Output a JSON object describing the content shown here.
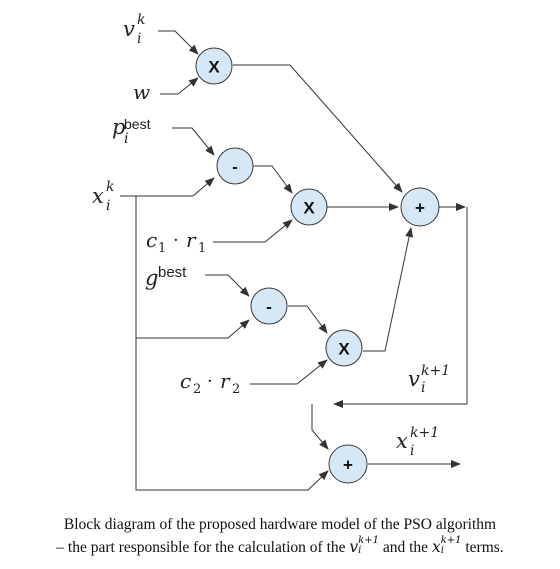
{
  "diagram": {
    "nodes": {
      "mul1": "X",
      "sub1": "-",
      "mul2": "X",
      "add1": "+",
      "sub2": "-",
      "mul3": "X",
      "add2": "+"
    },
    "inputs": {
      "v_base": "v",
      "v_sub": "i",
      "v_sup": "k",
      "w": "w",
      "pbest_base": "p",
      "pbest_sub": "i",
      "pbest_sup": "best",
      "x_base": "x",
      "x_sub": "i",
      "x_sup": "k",
      "c1r1_c": "c",
      "c1r1_csub": "1",
      "c1r1_dot": "·",
      "c1r1_r": "r",
      "c1r1_rsub": "1",
      "gbest_base": "g",
      "gbest_sup": "best",
      "c2r2_c": "c",
      "c2r2_csub": "2",
      "c2r2_dot": "·",
      "c2r2_r": "r",
      "c2r2_rsub": "2"
    },
    "outputs": {
      "vnext_base": "v",
      "vnext_sub": "i",
      "vnext_sup": "k+1",
      "xnext_base": "x",
      "xnext_sub": "i",
      "xnext_sup": "k+1"
    },
    "colors": {
      "node_fill": "#d6e7f5",
      "node_stroke": "#3a3a3a",
      "line": "#333333"
    }
  },
  "caption": {
    "line1": "Block diagram of the proposed hardware model of the PSO algorithm",
    "line2_pre": "– the part responsible for the calculation of the",
    "v_base": "v",
    "v_sup": "k+1",
    "v_sub": "i",
    "and": "and the",
    "x_base": "x",
    "x_sup": "k+1",
    "x_sub": "i",
    "line2_post": "terms."
  }
}
